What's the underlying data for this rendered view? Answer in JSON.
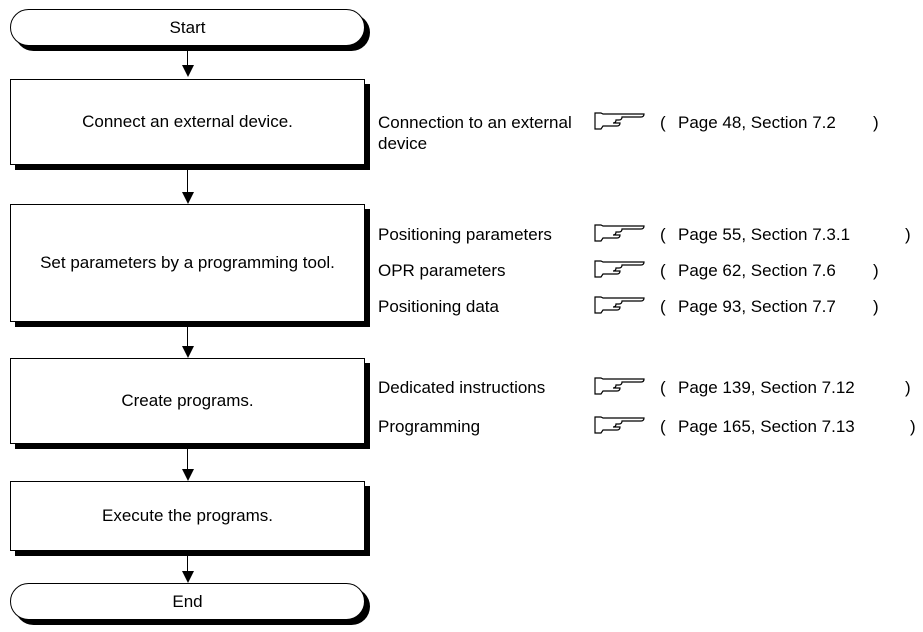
{
  "flow": {
    "start": "Start",
    "end": "End",
    "steps": [
      {
        "label": "Connect an external device."
      },
      {
        "label": "Set parameters by a programming tool."
      },
      {
        "label": "Create programs."
      },
      {
        "label": "Execute the programs."
      }
    ]
  },
  "references": [
    {
      "label": "Connection to an external device",
      "ref_open": "(",
      "ref": "Page 48, Section 7.2",
      "ref_close": ")"
    },
    {
      "label": "Positioning parameters",
      "ref_open": "(",
      "ref": "Page 55, Section 7.3.1",
      "ref_close": ")"
    },
    {
      "label": "OPR parameters",
      "ref_open": "(",
      "ref": "Page 62, Section 7.6",
      "ref_close": ")"
    },
    {
      "label": "Positioning data",
      "ref_open": "(",
      "ref": "Page 93, Section 7.7",
      "ref_close": ")"
    },
    {
      "label": "Dedicated instructions",
      "ref_open": "(",
      "ref": "Page 139, Section 7.12",
      "ref_close": ")"
    },
    {
      "label": "Programming",
      "ref_open": "(",
      "ref": "Page 165, Section 7.13",
      "ref_close": ")"
    }
  ],
  "icons": {
    "reference": "pointing-hand-icon"
  }
}
